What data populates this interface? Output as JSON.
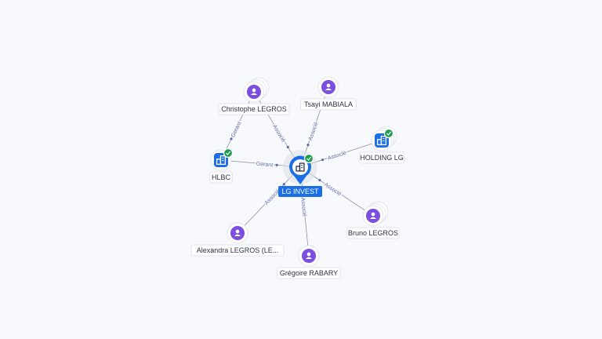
{
  "colors": {
    "person": "#7d4fe0",
    "company": "#1a6fe6",
    "check": "#1f9c4f",
    "center": "#1a6fe6",
    "edge": "#8a92a6",
    "edge_label": "#5f6ea0"
  },
  "center": {
    "label": "LG INVEST",
    "icon": "building-icon",
    "verified": true
  },
  "nodes": [
    {
      "id": "christophe",
      "label": "Christophe LEGROS",
      "kind": "person",
      "stacked": true,
      "icon": "person-icon"
    },
    {
      "id": "tsayi",
      "label": "Tsayi MABIALA",
      "kind": "person",
      "stacked": false,
      "icon": "person-icon"
    },
    {
      "id": "holding",
      "label": "HOLDING LG",
      "kind": "company",
      "stacked": true,
      "verified": true,
      "icon": "building-icon"
    },
    {
      "id": "hlbc",
      "label": "HLBC",
      "kind": "company",
      "stacked": false,
      "verified": true,
      "icon": "building-icon"
    },
    {
      "id": "bruno",
      "label": "Bruno LEGROS",
      "kind": "person",
      "stacked": true,
      "icon": "person-icon"
    },
    {
      "id": "alexandra",
      "label": "Alexandra LEGROS (LE...",
      "kind": "person",
      "stacked": false,
      "icon": "person-icon"
    },
    {
      "id": "gregoire",
      "label": "Grégoire RABARY",
      "kind": "person",
      "stacked": false,
      "icon": "person-icon"
    }
  ],
  "edges": [
    {
      "from": "christophe",
      "to": "center",
      "label": "Associé"
    },
    {
      "from": "christophe",
      "to": "hlbc",
      "label": "Gerant"
    },
    {
      "from": "tsayi",
      "to": "center",
      "label": "Associé"
    },
    {
      "from": "holding",
      "to": "center",
      "label": "Associé"
    },
    {
      "from": "hlbc",
      "to": "center",
      "label": "Gerant"
    },
    {
      "from": "bruno",
      "to": "center",
      "label": "Associé"
    },
    {
      "from": "alexandra",
      "to": "center",
      "label": "Associé"
    },
    {
      "from": "gregoire",
      "to": "center",
      "label": "Associé"
    }
  ]
}
